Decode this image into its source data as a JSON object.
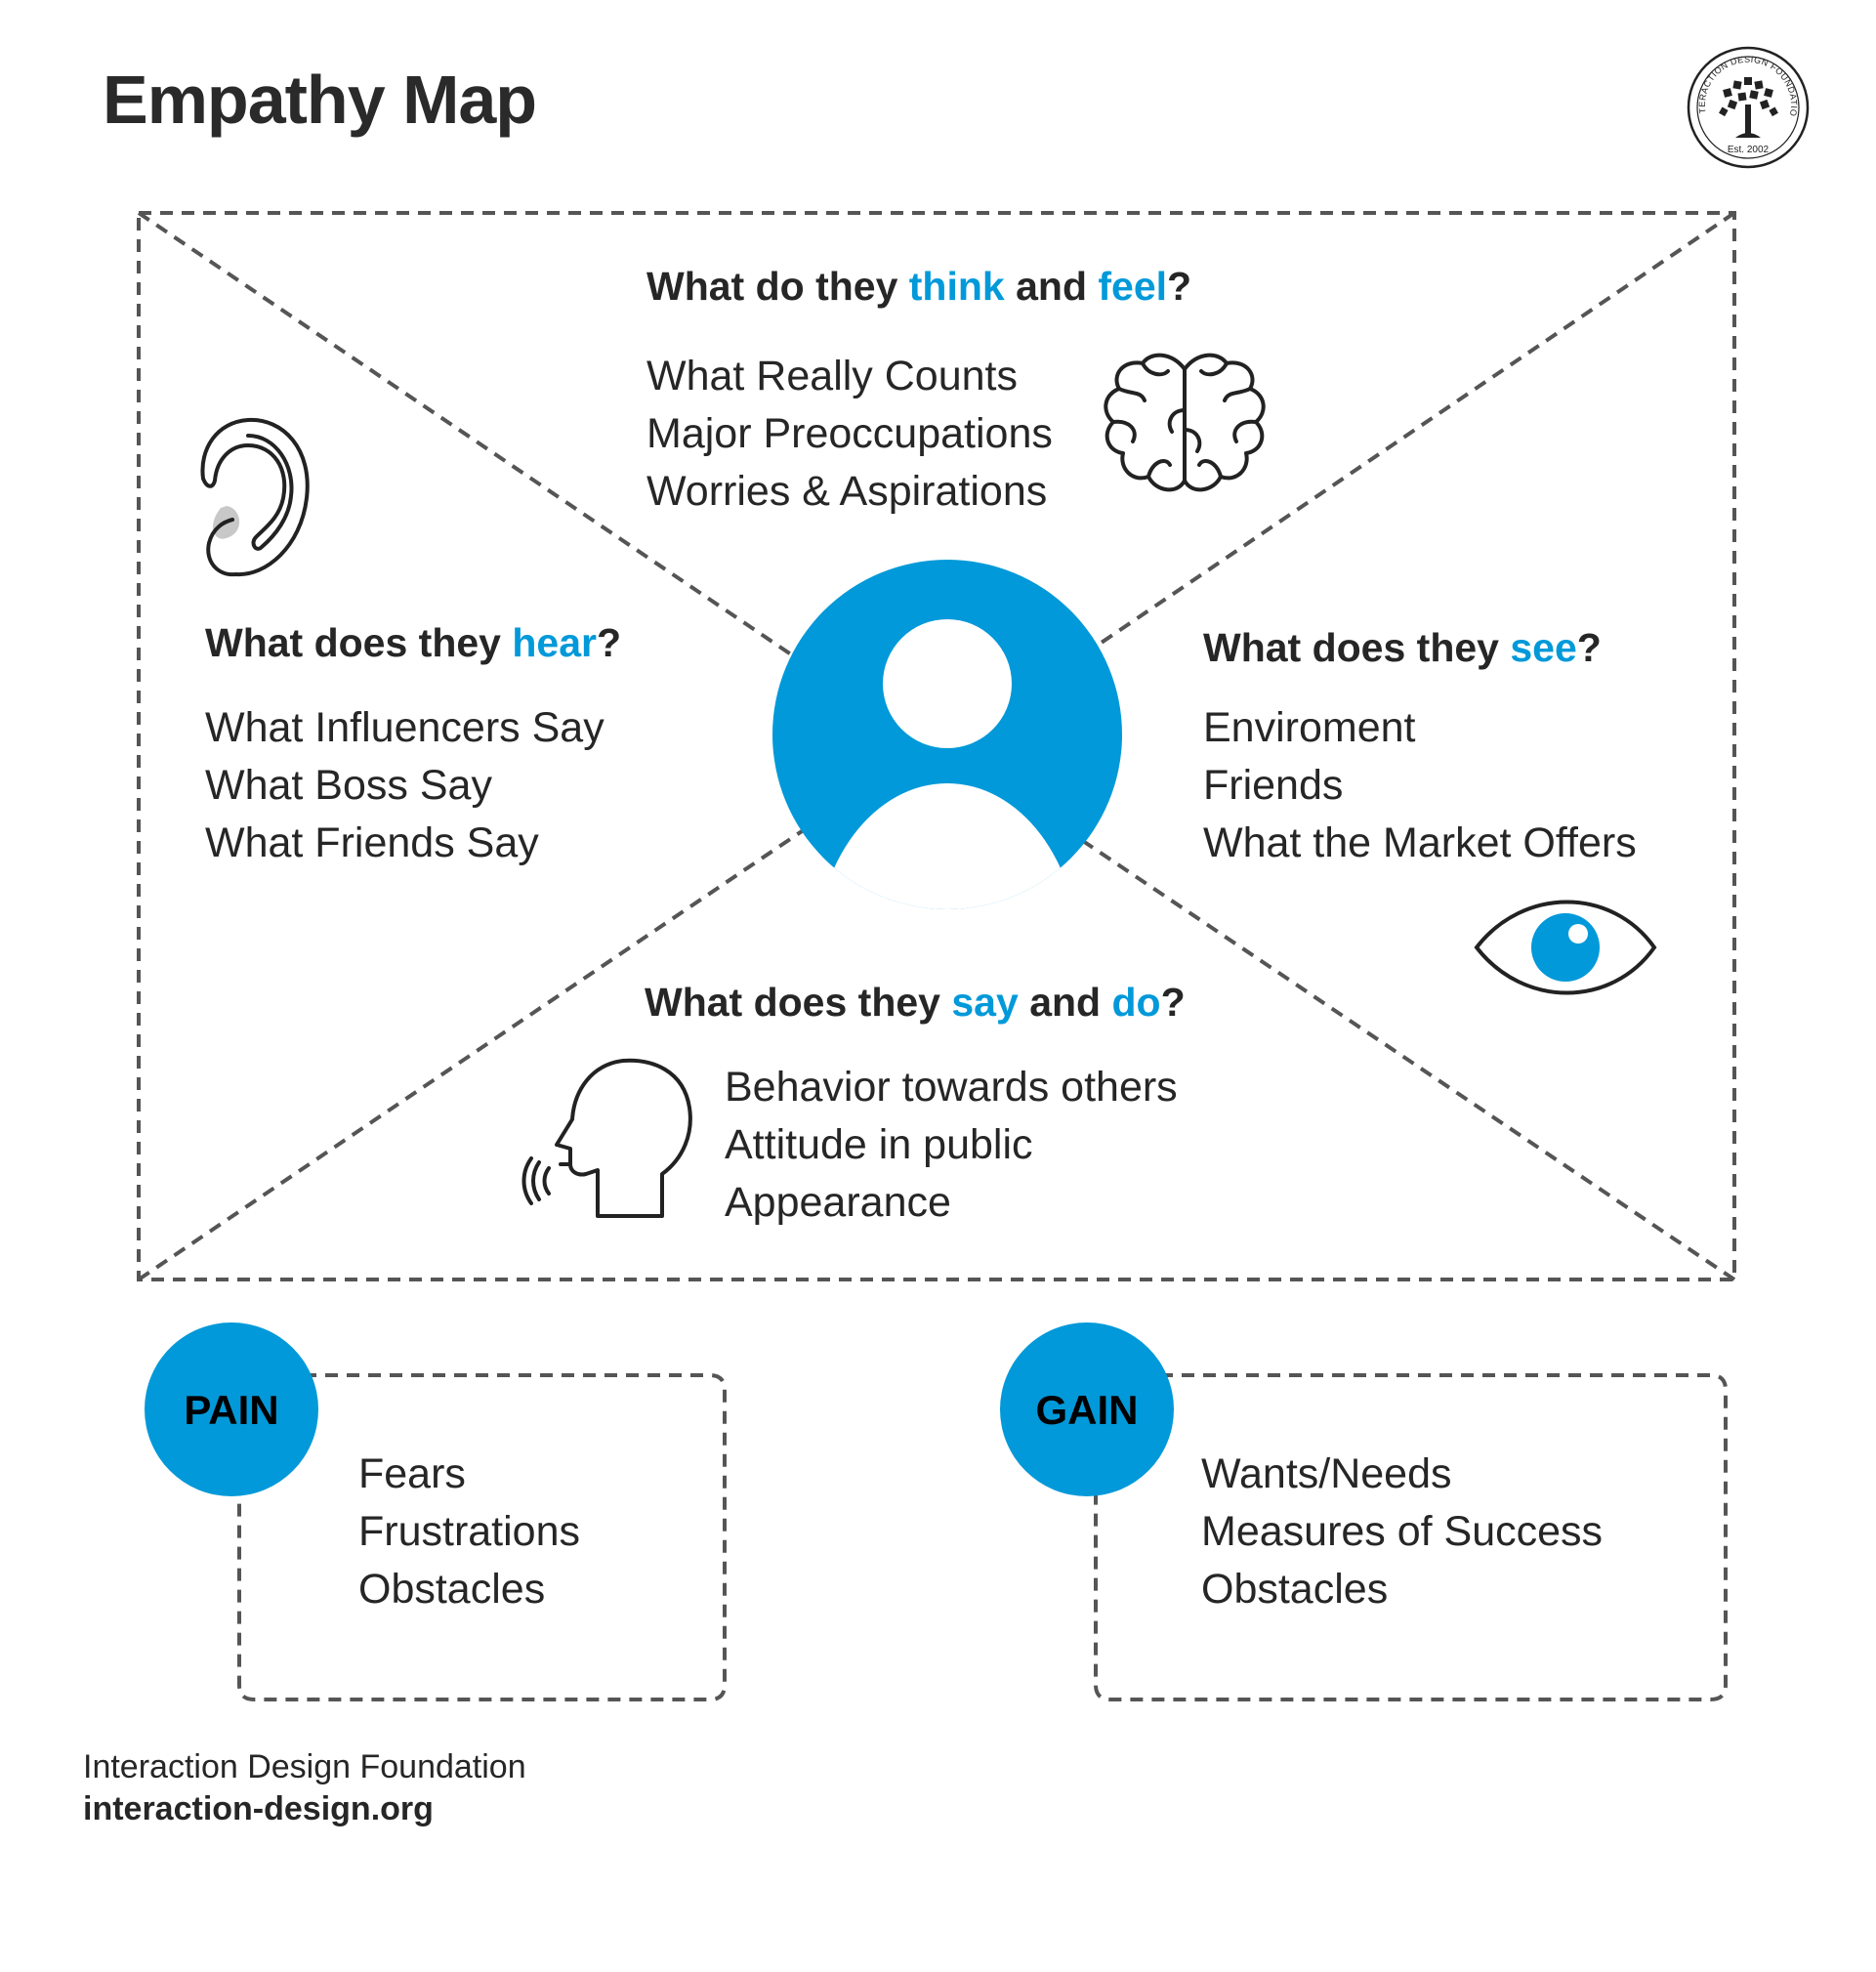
{
  "title": "Empathy Map",
  "logo": {
    "ring_text": "INTERACTION DESIGN FOUNDATION",
    "est": "Est. 2002"
  },
  "colors": {
    "accent": "#0199D9",
    "ink": "#262626",
    "dash": "#555555"
  },
  "quadrants": {
    "think_feel": {
      "heading": {
        "pre": "What do they ",
        "k1": "think",
        "mid": " and ",
        "k2": "feel",
        "post": "?"
      },
      "items": [
        "What Really Counts",
        "Major Preoccupations",
        "Worries & Aspirations"
      ],
      "icon": "brain-icon"
    },
    "hear": {
      "heading": {
        "pre": "What does they ",
        "k1": "hear",
        "post": "?"
      },
      "items": [
        "What Influencers Say",
        "What Boss Say",
        "What Friends Say"
      ],
      "icon": "ear-icon"
    },
    "see": {
      "heading": {
        "pre": "What does they ",
        "k1": "see",
        "post": "?"
      },
      "items": [
        "Enviroment",
        "Friends",
        "What the Market Offers"
      ],
      "icon": "eye-icon"
    },
    "say_do": {
      "heading": {
        "pre": "What does they ",
        "k1": "say",
        "mid": " and ",
        "k2": "do",
        "post": "?"
      },
      "items": [
        "Behavior towards others",
        "Attitude in public",
        "Appearance"
      ],
      "icon": "speaking-head-icon"
    }
  },
  "center_icon": "user-avatar-icon",
  "pain": {
    "label": "PAIN",
    "items": [
      "Fears",
      "Frustrations",
      "Obstacles"
    ]
  },
  "gain": {
    "label": "GAIN",
    "items": [
      "Wants/Needs",
      "Measures of Success",
      "Obstacles"
    ]
  },
  "footer": {
    "org": "Interaction Design Foundation",
    "url": "interaction-design.org"
  }
}
